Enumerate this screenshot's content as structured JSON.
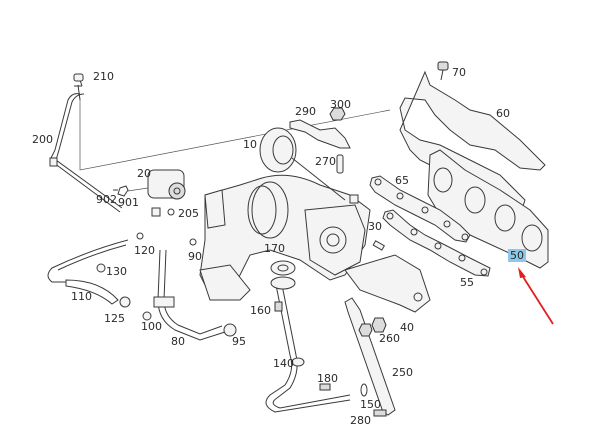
{
  "diagram": {
    "title": "Turbocharger and exhaust manifold exploded parts view",
    "highlight_color": "#8ec8e8",
    "arrow_color": "#e02020",
    "highlighted_part": "50",
    "labels": [
      {
        "id": "210",
        "text": "210"
      },
      {
        "id": "200",
        "text": "200"
      },
      {
        "id": "20",
        "text": "20"
      },
      {
        "id": "902",
        "text": "902"
      },
      {
        "id": "901",
        "text": "901"
      },
      {
        "id": "205",
        "text": "205"
      },
      {
        "id": "120",
        "text": "120"
      },
      {
        "id": "130",
        "text": "130"
      },
      {
        "id": "110",
        "text": "110"
      },
      {
        "id": "125",
        "text": "125"
      },
      {
        "id": "100",
        "text": "100"
      },
      {
        "id": "90",
        "text": "90"
      },
      {
        "id": "80",
        "text": "80"
      },
      {
        "id": "95",
        "text": "95"
      },
      {
        "id": "10",
        "text": "10"
      },
      {
        "id": "290",
        "text": "290"
      },
      {
        "id": "300",
        "text": "300"
      },
      {
        "id": "270",
        "text": "270"
      },
      {
        "id": "170",
        "text": "170"
      },
      {
        "id": "160",
        "text": "160"
      },
      {
        "id": "140",
        "text": "140"
      },
      {
        "id": "180",
        "text": "180"
      },
      {
        "id": "150",
        "text": "150"
      },
      {
        "id": "280",
        "text": "280"
      },
      {
        "id": "250",
        "text": "250"
      },
      {
        "id": "260",
        "text": "260"
      },
      {
        "id": "40",
        "text": "40"
      },
      {
        "id": "30",
        "text": "30"
      },
      {
        "id": "65",
        "text": "65"
      },
      {
        "id": "55",
        "text": "55"
      },
      {
        "id": "70",
        "text": "70"
      },
      {
        "id": "60",
        "text": "60"
      },
      {
        "id": "50",
        "text": "50"
      }
    ]
  }
}
